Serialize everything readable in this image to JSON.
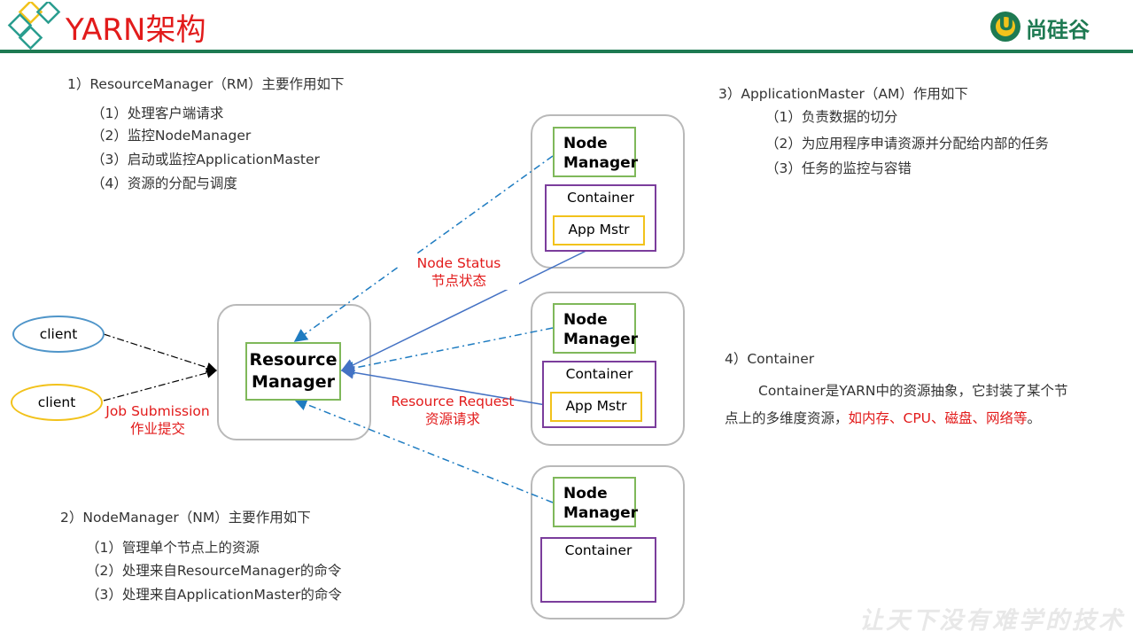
{
  "title": "YARN架构",
  "brand": {
    "name": "尚硅谷",
    "logo_letter": "U"
  },
  "slogan": "让天下没有难学的技术",
  "rm_section": {
    "heading": "1）ResourceManager（RM）主要作用如下",
    "items": [
      "（1）处理客户端请求",
      "（2）监控NodeManager",
      "（3）启动或监控ApplicationMaster",
      "（4）资源的分配与调度"
    ]
  },
  "nm_section": {
    "heading": "2）NodeManager（NM）主要作用如下",
    "items": [
      "（1）管理单个节点上的资源",
      "（2）处理来自ResourceManager的命令",
      "（3）处理来自ApplicationMaster的命令"
    ]
  },
  "am_section": {
    "heading": "3）ApplicationMaster（AM）作用如下",
    "items": [
      "（1）负责数据的切分",
      "（2）为应用程序申请资源并分配给内部的任务",
      "（3）任务的监控与容错"
    ]
  },
  "container_section": {
    "heading": "4）Container",
    "line1": "Container是YARN中的资源抽象，它封装了某个节",
    "line2_black": "点上的多维度资源，",
    "line2_red": "如内存、CPU、磁盘、网络等",
    "line2_end": "。"
  },
  "diagram": {
    "client_label": "client",
    "rm_line1": "Resource",
    "rm_line2": "Manager",
    "nm_line1": "Node",
    "nm_line2": "Manager",
    "container_label": "Container",
    "app_mstr_label": "App Mstr",
    "job_submission_en": "Job Submission",
    "job_submission_cn": "作业提交",
    "node_status_en": "Node Status",
    "node_status_cn": "节点状态",
    "resource_request_en": "Resource Request",
    "resource_request_cn": "资源请求"
  },
  "colors": {
    "title_red": "#e21b1b",
    "brand_green": "#1e7a52",
    "nm_green": "#7fb85a",
    "container_purple": "#7b3d9c",
    "app_yellow": "#f2c21b",
    "arrow_blue": "#4472c4",
    "dash_blue": "#1f7cc1",
    "client1_border": "#4f95c9",
    "client2_border": "#f2c21b"
  }
}
